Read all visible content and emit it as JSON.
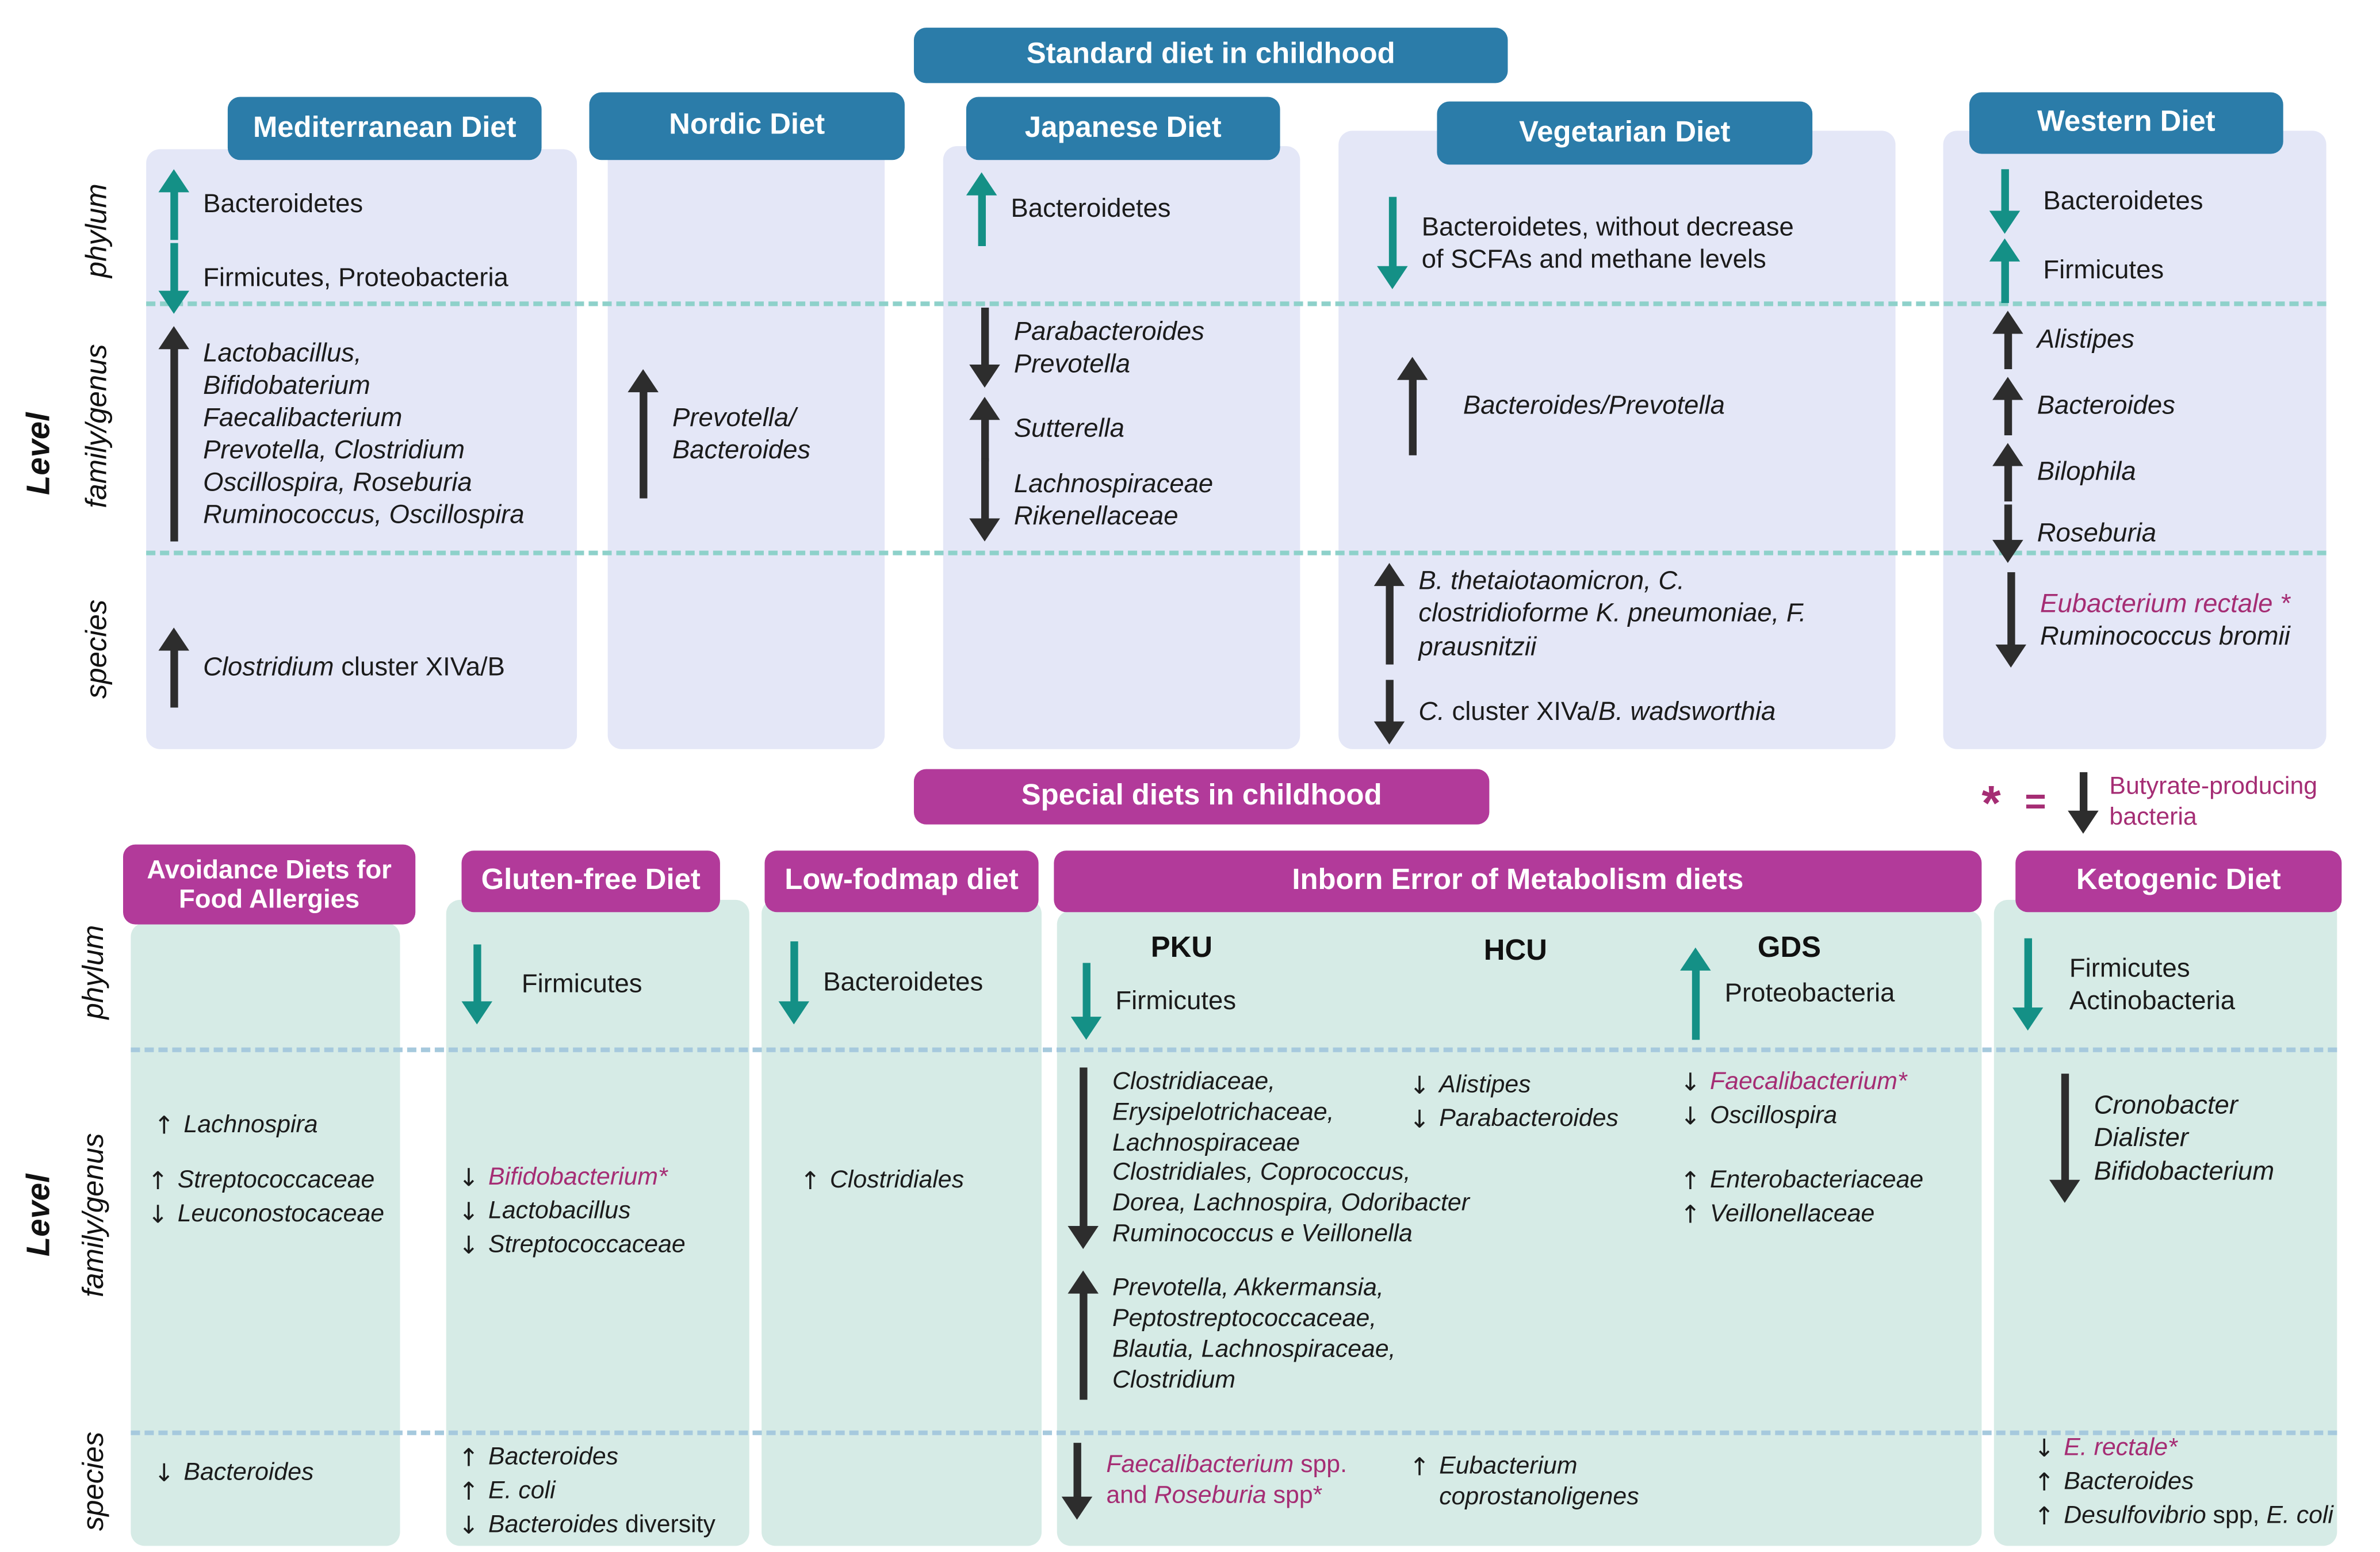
{
  "colors": {
    "header_blue": "#2b7ca9",
    "header_magenta": "#b23a9a",
    "panel_lavender": "#e4e7f7",
    "panel_mint": "#d6ebe6",
    "teal_arrow": "#149086",
    "black_arrow": "#2d2d2d",
    "accent_magenta": "#a52d74",
    "dash_teal": "#8ed1ca",
    "dash_blue": "#a6c9dd"
  },
  "standard": {
    "banner": "Standard diet in childhood",
    "level_label": "Level",
    "row_labels": {
      "phylum": "phylum",
      "family": "family/genus",
      "species": "species"
    },
    "columns": [
      {
        "title": "Mediterranean Diet",
        "phylum": [
          {
            "dir": "up",
            "text": "Bacteroidetes"
          },
          {
            "dir": "down",
            "text": "Firmicutes, Proteobacteria"
          }
        ],
        "family": [
          {
            "dir": "up",
            "text": "Lactobacillus,\nBifidobaterium\nFaecalibacterium\nPrevotella, Clostridium\nOscillospira, Roseburia\nRuminococcus, Oscillospira"
          }
        ],
        "species": [
          {
            "dir": "up",
            "name_italic": "Clostridium",
            "name_rest": " cluster XIVa/B"
          }
        ]
      },
      {
        "title": "Nordic Diet",
        "family": [
          {
            "dir": "up",
            "text": "Prevotella/\nBacteroides"
          }
        ]
      },
      {
        "title": "Japanese Diet",
        "phylum": [
          {
            "dir": "up",
            "text": "Bacteroidetes"
          }
        ],
        "family": [
          {
            "dir": "down",
            "text": "Parabacteroides\nPrevotella"
          },
          {
            "dir": "up",
            "text": "Sutterella"
          },
          {
            "dir": "down",
            "text": "Lachnospiraceae\nRikenellaceae"
          }
        ]
      },
      {
        "title": "Vegetarian Diet",
        "phylum": [
          {
            "dir": "down",
            "text": "Bacteroidetes, without decrease\nof SCFAs and methane levels"
          }
        ],
        "family": [
          {
            "dir": "up",
            "text": "Bacteroides/Prevotella"
          }
        ],
        "species": [
          {
            "dir": "up",
            "text": "B. thetaiotaomicron,  C.\nclostridioforme  K. pneumoniae,  F.\nprausnitzii"
          },
          {
            "dir": "down",
            "seg1": "C.",
            "seg2": " cluster XIVa/",
            "seg3": "B. wadsworthia"
          }
        ]
      },
      {
        "title": "Western Diet",
        "phylum": [
          {
            "dir": "down",
            "text": "Bacteroidetes"
          },
          {
            "dir": "up",
            "text": "Firmicutes"
          }
        ],
        "family": [
          {
            "dir": "up",
            "text": "Alistipes"
          },
          {
            "dir": "up",
            "text": "Bacteroides"
          },
          {
            "dir": "up",
            "text": "Bilophila"
          },
          {
            "dir": "down",
            "text": "Roseburia"
          }
        ],
        "species": [
          {
            "dir": "down",
            "line1": "Eubacterium rectale *",
            "line2": "Ruminococcus bromii"
          }
        ]
      }
    ]
  },
  "legend": {
    "symbol": "*",
    "equals": "=",
    "text": "Butyrate-producing\nbacteria"
  },
  "special": {
    "banner": "Special diets in childhood",
    "level_label": "Level",
    "row_labels": {
      "phylum": "phylum",
      "family": "family/genus",
      "species": "species"
    },
    "columns": [
      {
        "title": "Avoidance Diets for\nFood Allergies",
        "family": [
          {
            "dir": "up",
            "text": "Lachnospira"
          },
          {
            "dir": "up",
            "text": "Streptococcaceae"
          },
          {
            "dir": "down",
            "text": "Leuconostocaceae"
          }
        ],
        "species": [
          {
            "dir": "down",
            "text": "Bacteroides"
          }
        ]
      },
      {
        "title": "Gluten-free Diet",
        "phylum": [
          {
            "dir": "down",
            "text": "Firmicutes"
          }
        ],
        "family": [
          {
            "dir": "down",
            "text": "Bifidobacterium*",
            "accent": true
          },
          {
            "dir": "down",
            "text": "Lactobacillus"
          },
          {
            "dir": "down",
            "text": "Streptococcaceae"
          }
        ],
        "species": [
          {
            "dir": "up",
            "text": "Bacteroides"
          },
          {
            "dir": "up",
            "text": "E. coli"
          },
          {
            "dir": "down",
            "name_italic": "Bacteroides",
            "name_rest": " diversity"
          }
        ]
      },
      {
        "title": "Low-fodmap diet",
        "phylum": [
          {
            "dir": "down",
            "text": "Bacteroidetes"
          }
        ],
        "family": [
          {
            "dir": "up",
            "text": "Clostridiales"
          }
        ]
      },
      {
        "title": "Inborn Error of Metabolism diets",
        "sub": [
          {
            "name": "PKU",
            "phylum": [
              {
                "dir": "down",
                "text": "Firmicutes"
              }
            ],
            "family": [
              {
                "dir": "down",
                "text": "Clostridiaceae,\nErysipelotrichaceae,\nLachnospiraceae\nClostridiales, Coprococcus,\nDorea, Lachnospira, Odoribacter\nRuminococcus e Veillonella"
              },
              {
                "dir": "up",
                "text": "Prevotella, Akkermansia,\nPeptostreptococcaceae,\nBlautia,  Lachnospiraceae,\nClostridium"
              }
            ],
            "species": [
              {
                "dir": "down",
                "accent": true,
                "seg1": "Faecalibacterium",
                "seg2": " spp.",
                "seg3": "and ",
                "seg4": "Roseburia",
                "seg5": " spp*"
              }
            ]
          },
          {
            "name": "HCU",
            "family": [
              {
                "dir": "down",
                "text": "Alistipes"
              },
              {
                "dir": "down",
                "text": "Parabacteroides"
              }
            ],
            "species": [
              {
                "dir": "up",
                "text": "Eubacterium\ncoprostanoligenes"
              }
            ]
          },
          {
            "name": "GDS",
            "phylum": [
              {
                "dir": "up",
                "text": "Proteobacteria"
              }
            ],
            "family": [
              {
                "dir": "down",
                "text": "Faecalibacterium*",
                "accent": true
              },
              {
                "dir": "down",
                "text": "Oscillospira"
              },
              {
                "dir": "up",
                "text": "Enterobacteriaceae"
              },
              {
                "dir": "up",
                "text": "Veillonellaceae"
              }
            ]
          }
        ]
      },
      {
        "title": "Ketogenic Diet",
        "phylum": [
          {
            "dir": "down",
            "text": "Firmicutes\nActinobacteria"
          }
        ],
        "family": [
          {
            "dir": "down",
            "text": "Cronobacter\nDialister\nBifidobacterium"
          }
        ],
        "species": [
          {
            "dir": "down",
            "text": "E. rectale*",
            "accent": true
          },
          {
            "dir": "up",
            "text": "Bacteroides"
          },
          {
            "dir": "up",
            "seg1": "Desulfovibrio",
            "seg2": " spp, ",
            "seg3": "E. coli"
          }
        ]
      }
    ]
  }
}
